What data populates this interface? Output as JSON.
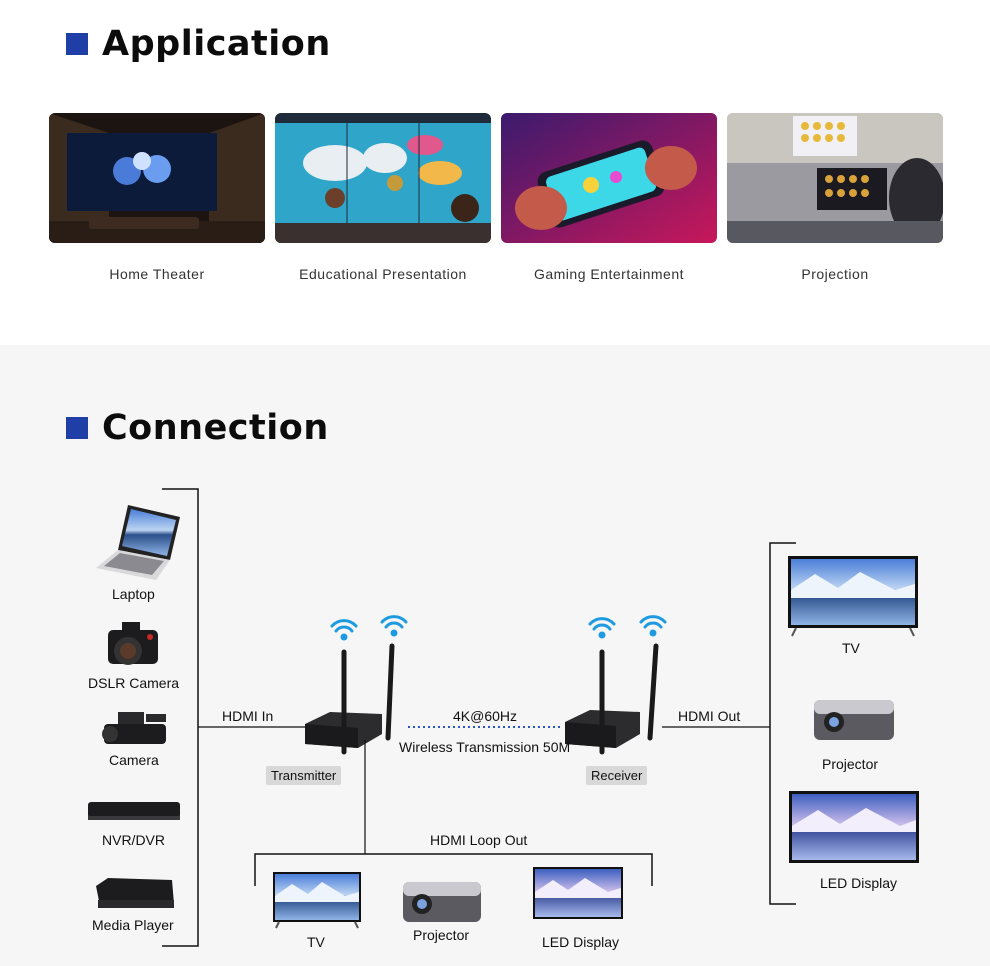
{
  "application": {
    "heading": "Application",
    "items": [
      {
        "label": "Home Theater"
      },
      {
        "label": "Educational Presentation"
      },
      {
        "label": "Gaming Entertainment"
      },
      {
        "label": "Projection"
      }
    ]
  },
  "connection": {
    "heading": "Connection",
    "sources": [
      "Laptop",
      "DSLR Camera",
      "Camera",
      "NVR/DVR",
      "Media Player"
    ],
    "hdmi_in": "HDMI In",
    "transmitter": "Transmitter",
    "receiver": "Receiver",
    "resolution": "4K@60Hz",
    "wireless": "Wireless Transmission 50M",
    "hdmi_out": "HDMI Out",
    "outputs": [
      "TV",
      "Projector",
      "LED Display"
    ],
    "loop_out": "HDMI Loop Out",
    "loop_outputs": [
      "TV",
      "Projector",
      "LED Display"
    ]
  },
  "colors": {
    "accent": "#1f3fa6",
    "wireless_dots": "#2a55c8",
    "wifi": "#1e9be0"
  }
}
